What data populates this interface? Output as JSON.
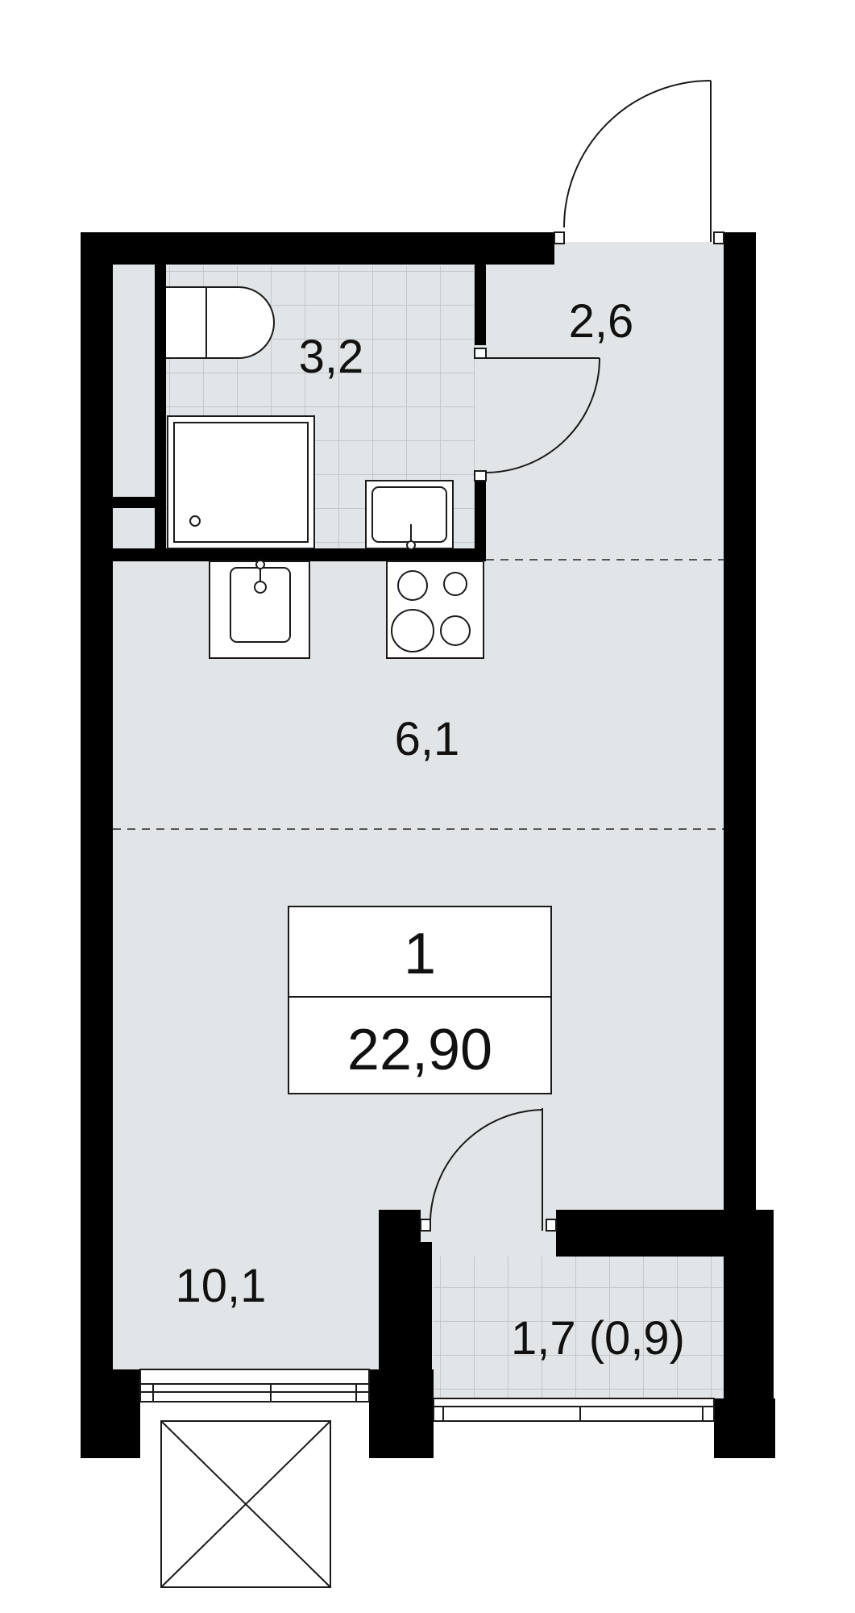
{
  "plan": {
    "apartment_number": "1",
    "total_area": "22,90",
    "rooms": [
      {
        "id": "bathroom",
        "area": "3,2"
      },
      {
        "id": "hallway",
        "area": "2,6"
      },
      {
        "id": "kitchen",
        "area": "6,1"
      },
      {
        "id": "living-room",
        "area": "10,1"
      },
      {
        "id": "balcony",
        "area": "1,7 (0,9)"
      }
    ]
  },
  "colors": {
    "wall": "#000000",
    "floor": "#e2e5e7",
    "tile_grid": "#c4c8cb",
    "line": "#1a1a1a",
    "background": "#ffffff"
  }
}
